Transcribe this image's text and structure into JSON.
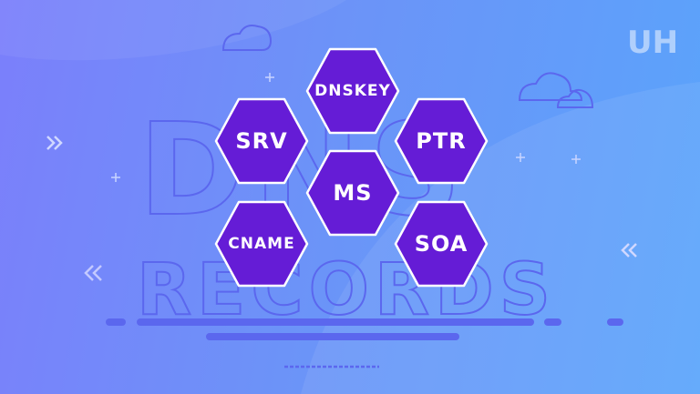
{
  "background_text": {
    "line1": "DNS",
    "line2": "RECORDS"
  },
  "logo": {
    "text": "UH"
  },
  "records": [
    {
      "label": "DNSKEY"
    },
    {
      "label": "SRV"
    },
    {
      "label": "PTR"
    },
    {
      "label": "MS"
    },
    {
      "label": "CNAME"
    },
    {
      "label": "SOA"
    }
  ],
  "colors": {
    "hex_fill": "#651cd6",
    "hex_stroke": "#ffffff",
    "outline": "#5b67ee",
    "bg_start": "#7b7ffb",
    "bg_end": "#5aa4fb"
  }
}
